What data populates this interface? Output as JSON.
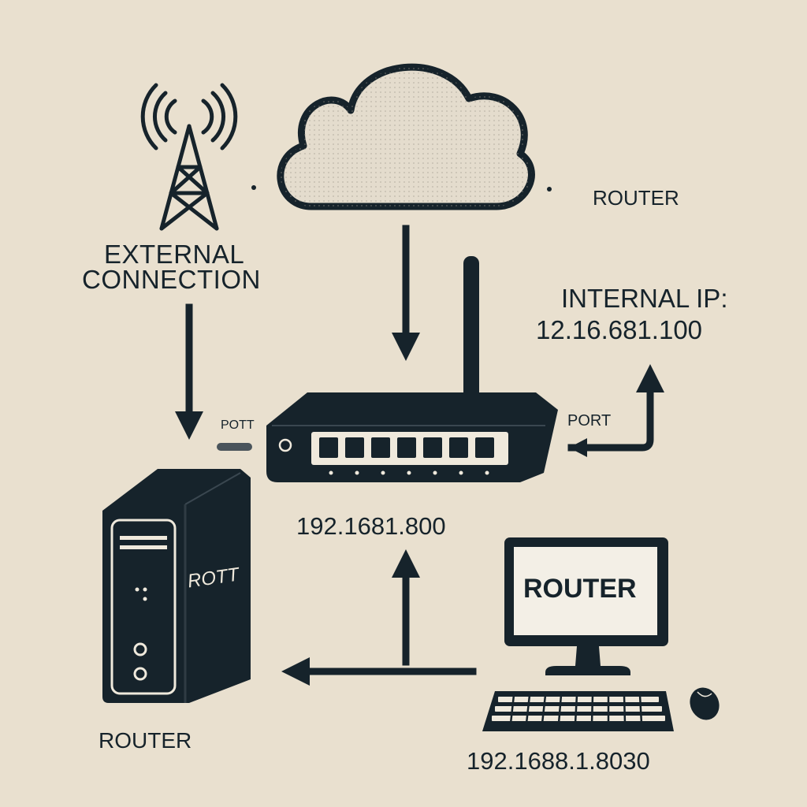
{
  "labels": {
    "external_line1": "EXTERNAL",
    "external_line2": "CONNECTION",
    "router_top_right": "ROUTER",
    "internal_ip_title": "INTERNAL IP:",
    "internal_ip_value": "12.16.681.100",
    "port_right": "PORT",
    "port_left": "POTT",
    "router_ip": "192.1681.800",
    "server_badge": "ROTT",
    "server_caption": "ROUTER",
    "monitor_screen": "ROUTER",
    "pc_ip": "192.1688.1.8030"
  },
  "icons": {
    "tower": "radio-tower-icon",
    "cloud": "cloud-icon",
    "router": "router-icon",
    "server": "server-tower-icon",
    "computer": "desktop-computer-icon",
    "mouse": "mouse-icon"
  },
  "colors": {
    "background": "#e9e0cf",
    "ink": "#16232b",
    "cloud_fill": "#e4dccd",
    "screen_fill": "#f3efe6"
  }
}
